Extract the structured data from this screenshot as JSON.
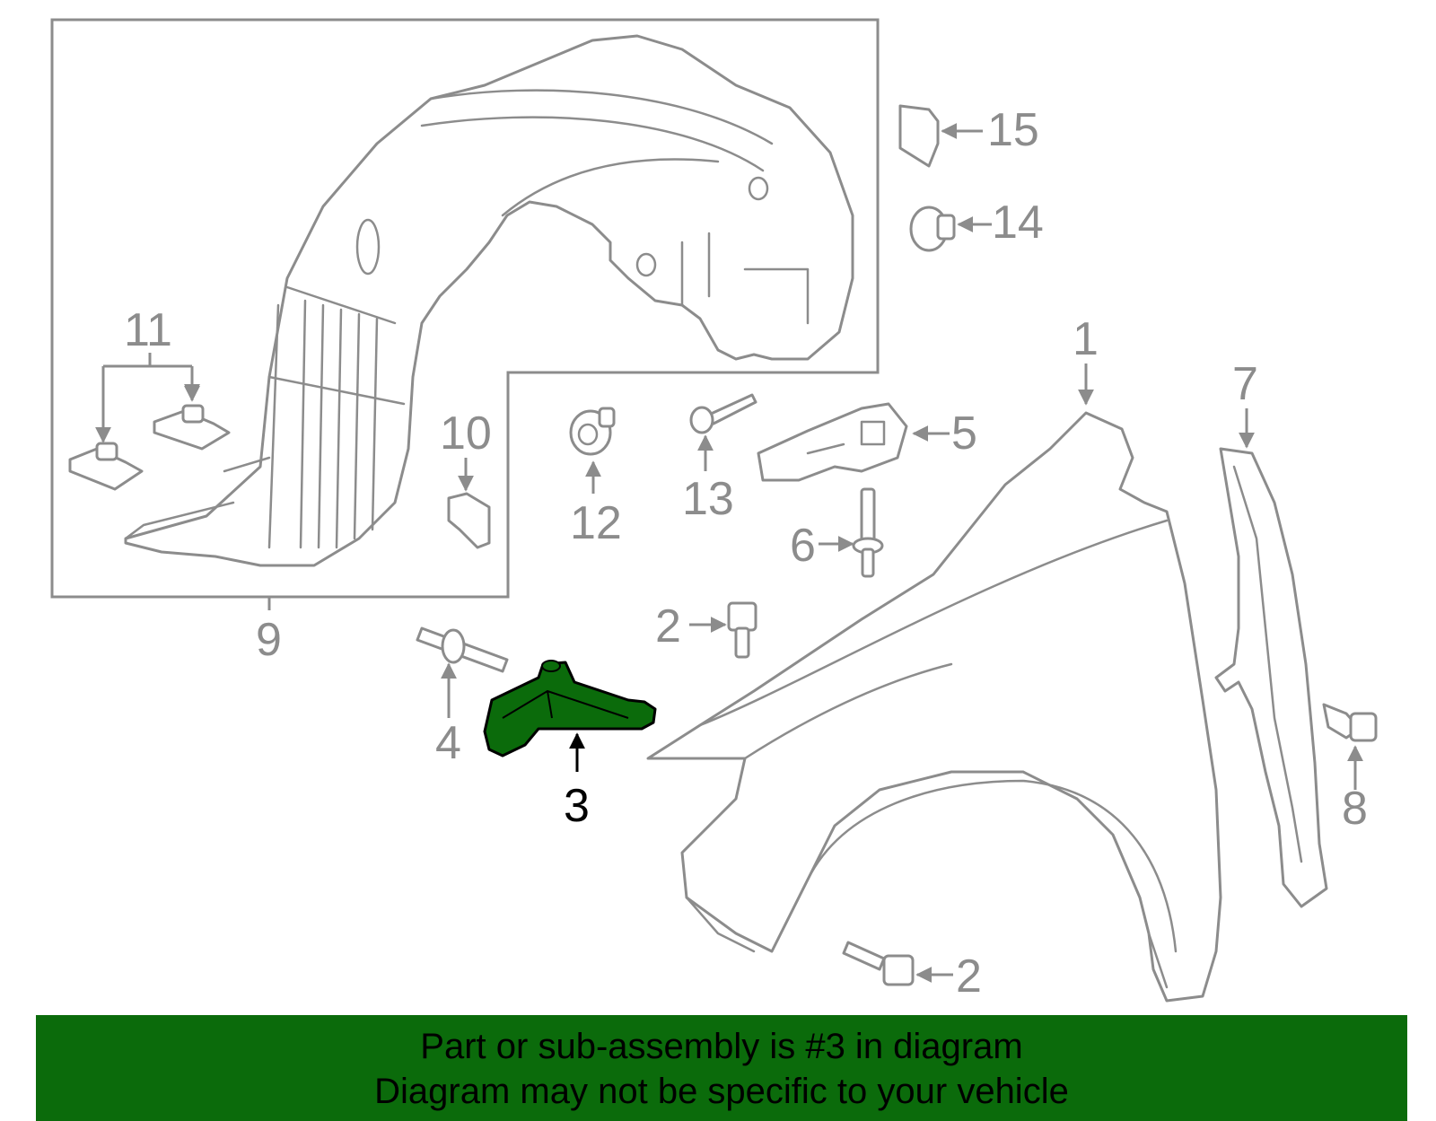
{
  "colors": {
    "line_art": "#8c8c8c",
    "highlight_fill": "#0b6b0b",
    "banner_background": "#0b6b0b",
    "banner_text": "#000000"
  },
  "callouts": {
    "c1": "1",
    "c2_upper": "2",
    "c2_lower": "2",
    "c3": "3",
    "c4": "4",
    "c5": "5",
    "c6": "6",
    "c7": "7",
    "c8": "8",
    "c9": "9",
    "c10": "10",
    "c11": "11",
    "c12": "12",
    "c13": "13",
    "c14": "14",
    "c15": "15"
  },
  "highlighted_part": "3",
  "banner": {
    "line1": "Part or sub-assembly is #3 in diagram",
    "line2": "Diagram may not be specific to your vehicle"
  }
}
